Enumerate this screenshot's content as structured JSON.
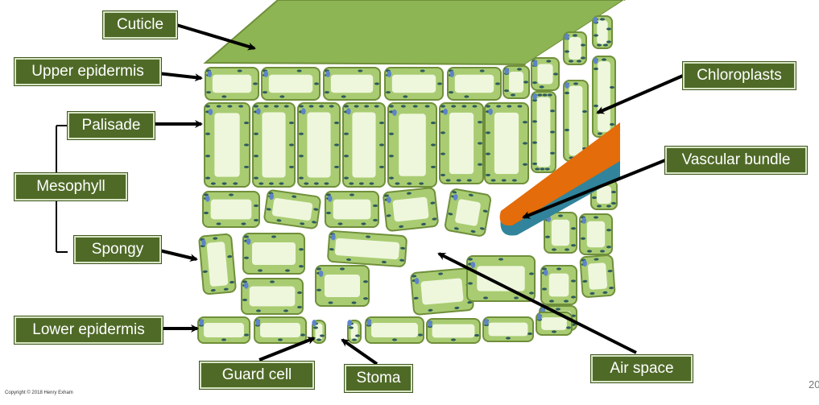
{
  "labels": {
    "cuticle": "Cuticle",
    "upper_epidermis": "Upper epidermis",
    "palisade": "Palisade",
    "mesophyll": "Mesophyll",
    "spongy": "Spongy",
    "lower_epidermis": "Lower epidermis",
    "guard_cell": "Guard cell",
    "stoma": "Stoma",
    "chloroplasts": "Chloroplasts",
    "vascular_bundle": "Vascular bundle",
    "air_space": "Air space"
  },
  "footer": {
    "copyright": "Copyright © 2018 Henry Exham",
    "slide_number": "20"
  },
  "colors": {
    "cell_fill": "#a9cc72",
    "cell_stroke": "#6f8f3a",
    "vacuole": "#eef7dc",
    "chloroplast": "#2f5a5e",
    "nucleus": "#5e84c8",
    "label_bg": "#4f6a27",
    "xylem": "#e46c0a",
    "phloem": "#31849b",
    "cuticle": "#8db553"
  }
}
